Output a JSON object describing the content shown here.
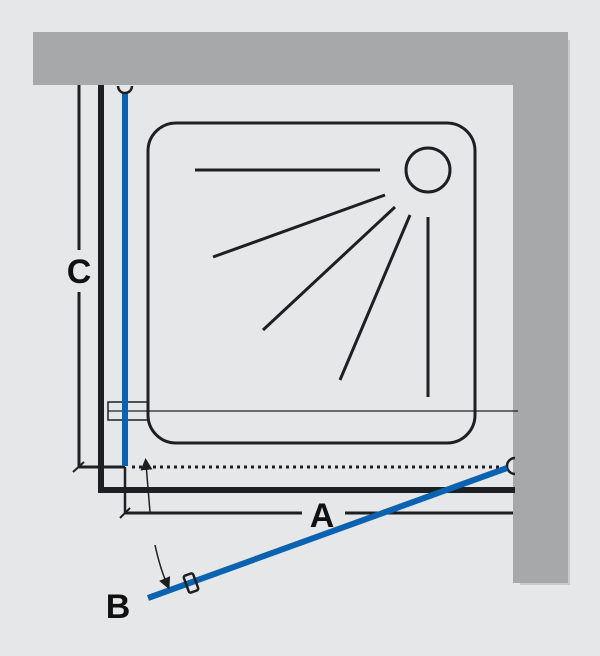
{
  "labels": {
    "width": "A",
    "swing": "B",
    "depth": "C"
  },
  "colors": {
    "background": "#e6e7e9",
    "wall": "#a7a8aa",
    "glass": "#0a62b0",
    "frame": "#1d2022"
  }
}
